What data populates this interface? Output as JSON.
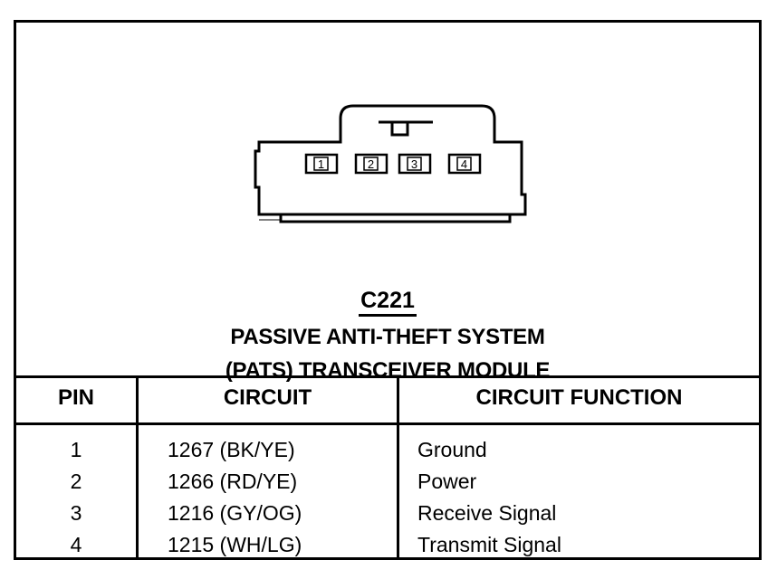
{
  "connector": {
    "id": "C221",
    "title_line1": "PASSIVE ANTI-THEFT SYSTEM",
    "title_line2": "(PATS) TRANSCEIVER MODULE",
    "pin_labels": [
      "1",
      "2",
      "3",
      "4"
    ]
  },
  "table": {
    "headers": [
      "PIN",
      "CIRCUIT",
      "CIRCUIT FUNCTION"
    ],
    "rows": [
      {
        "pin": "1",
        "circuit": "1267 (BK/YE)",
        "function": "Ground"
      },
      {
        "pin": "2",
        "circuit": "1266 (RD/YE)",
        "function": "Power"
      },
      {
        "pin": "3",
        "circuit": "1216 (GY/OG)",
        "function": "Receive Signal"
      },
      {
        "pin": "4",
        "circuit": "1215 (WH/LG)",
        "function": "Transmit Signal"
      }
    ]
  }
}
